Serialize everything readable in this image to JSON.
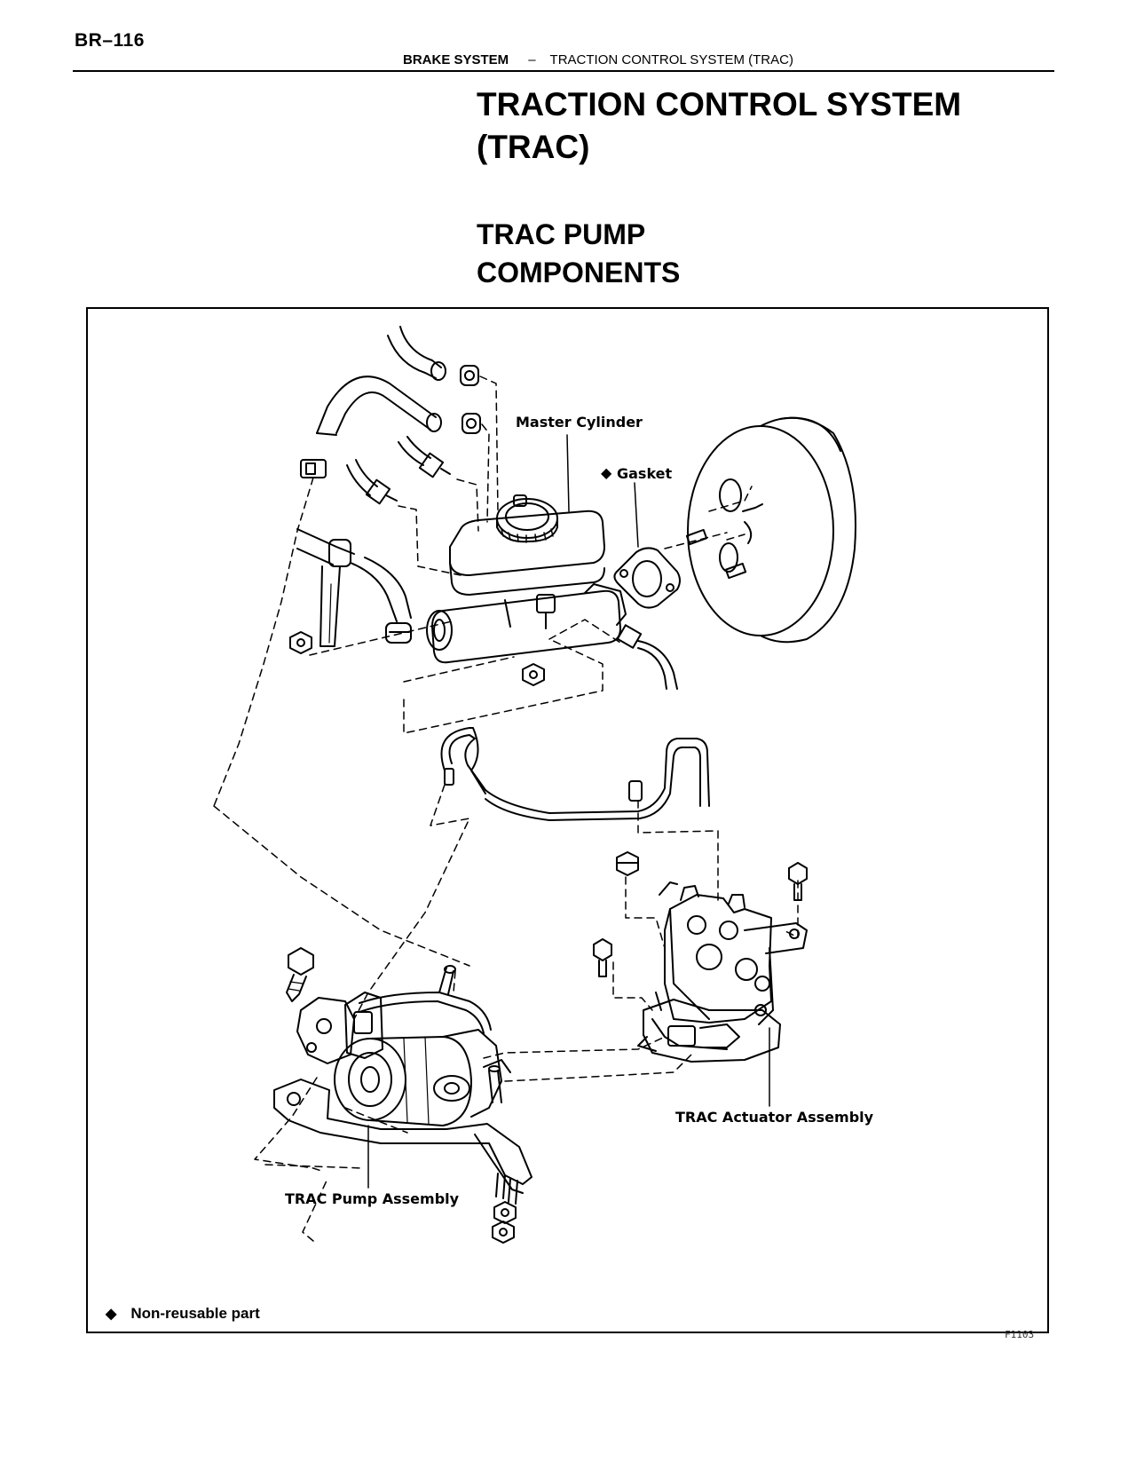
{
  "header": {
    "page_number": "BR–116",
    "section": "BRAKE SYSTEM",
    "separator": "–",
    "subsection": "TRACTION CONTROL SYSTEM (TRAC)"
  },
  "title": {
    "line1": "TRACTION CONTROL SYSTEM",
    "line2": "(TRAC)"
  },
  "subtitle": {
    "line1": "TRAC PUMP",
    "line2": "COMPONENTS"
  },
  "figure": {
    "labels": {
      "master_cylinder": "Master Cylinder",
      "gasket_marker": "◆",
      "gasket": "Gasket",
      "trac_actuator_assembly": "TRAC Actuator Assembly",
      "trac_pump_assembly": "TRAC Pump Assembly"
    },
    "legend_symbol": "◆",
    "legend_text": "Non-reusable part",
    "figure_code": "F1103"
  }
}
